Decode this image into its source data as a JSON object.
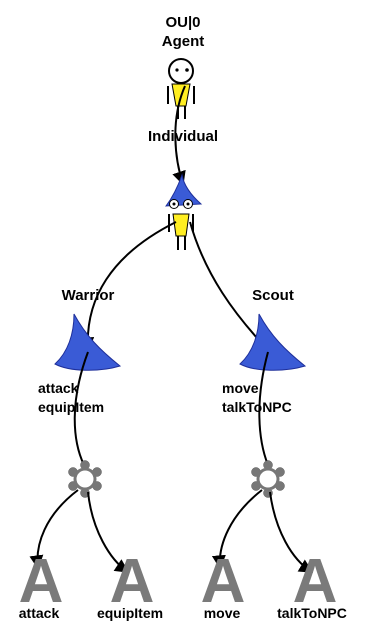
{
  "agent": {
    "line1": "OU|0",
    "line2": "Agent",
    "caption": "Individual"
  },
  "roles": [
    {
      "name": "Warrior",
      "actions": [
        "attack",
        "equipItem"
      ]
    },
    {
      "name": "Scout",
      "actions": [
        "move",
        "talkToNPC"
      ]
    }
  ],
  "leaves": [
    {
      "letter": "A",
      "label": "attack"
    },
    {
      "letter": "A",
      "label": "equipItem"
    },
    {
      "letter": "A",
      "label": "move"
    },
    {
      "letter": "A",
      "label": "talkToNPC"
    }
  ],
  "icons": {
    "agent": "stick-figure-icon",
    "wizard": "wizard-figure-icon",
    "role_hat": "wizard-hat-icon",
    "combinator": "gear-node-icon",
    "action": "action-letter-icon"
  },
  "colors": {
    "hat": "#3a5bd6",
    "body": "#ffee22",
    "action_letter": "#7a7a7a",
    "edge": "#000000"
  }
}
